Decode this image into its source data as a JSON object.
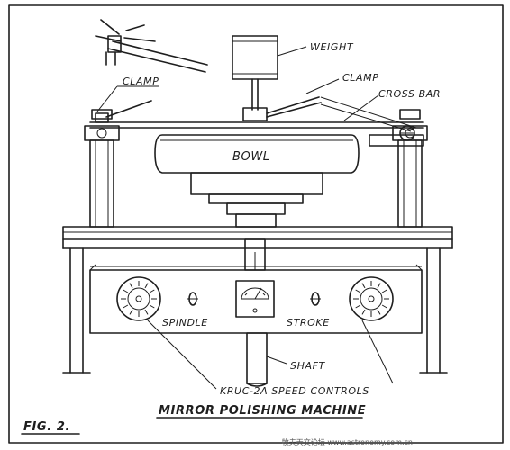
{
  "labels": {
    "weight": "WEIGHT",
    "clamp_left": "CLAMP",
    "clamp_right": "CLAMP",
    "cross_bar": "CROSS BAR",
    "bowl": "BOWL",
    "spindle": "SPINDLE",
    "stroke": "STROKE",
    "shaft": "SHAFT",
    "speed_controls": "KRUC-2A SPEED CONTROLS",
    "title": "MIRROR POLISHING MACHINE",
    "fig": "FIG. 2.",
    "watermark": "牧夫天文论坛 www.astronomy.com.cn"
  },
  "colors": {
    "ink": "#1e1e1e",
    "paper": "#ffffff"
  }
}
